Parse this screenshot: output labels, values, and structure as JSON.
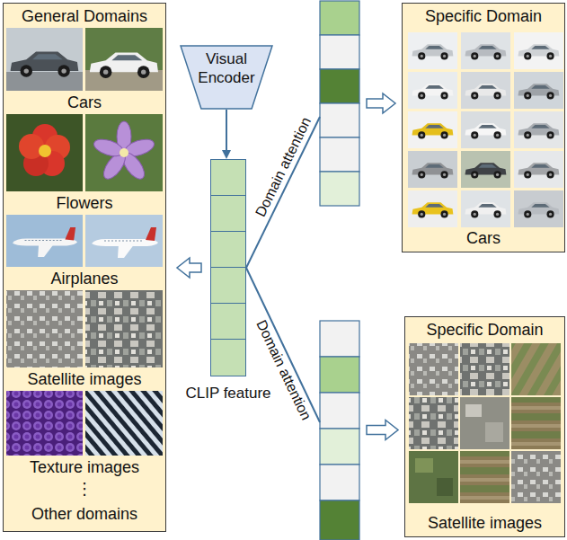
{
  "diagram": {
    "nodes": [
      {
        "text": [
          "General Domains"
        ]
      },
      {
        "text": [
          "Visual Encoder"
        ]
      },
      {
        "text": [
          "CLIP feature"
        ]
      },
      {
        "text": [
          "Specific Domain",
          "Cars"
        ]
      },
      {
        "text": [
          "Specific Domain",
          "Satellite images"
        ]
      }
    ],
    "edges": [
      {
        "from": 1,
        "to": 2,
        "arrow": "to"
      },
      {
        "from": 2,
        "to": 0,
        "arrow": "to"
      },
      {
        "from": 2,
        "to": 3,
        "label": "Domain attention",
        "arrow": "to"
      },
      {
        "from": 2,
        "to": 4,
        "label": "Domain attention",
        "arrow": "to"
      }
    ],
    "labels": [
      "Cars",
      "Flowers",
      "Airplanes",
      "Satellite images",
      "Texture images",
      "⋮",
      "Other domains"
    ]
  }
}
